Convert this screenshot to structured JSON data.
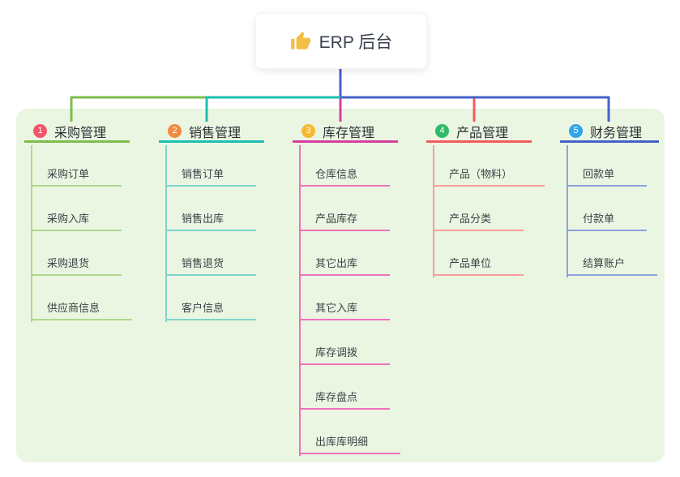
{
  "colors": {
    "panel_bg": "#EBF6E2",
    "root_connector": "#4A5ECB",
    "node_bg": "#FFFFFF",
    "thumb_icon": "#F2BE45"
  },
  "root": {
    "label": "ERP 后台",
    "icon": "thumbs-up"
  },
  "branches": [
    {
      "num": "1",
      "label": "采购管理",
      "color": {
        "main": "#7CBE4D",
        "light": "#AFD88D",
        "badge": "#F2566B"
      },
      "items": [
        "采购订单",
        "采购入库",
        "采购退货",
        "供应商信息"
      ]
    },
    {
      "num": "2",
      "label": "销售管理",
      "color": {
        "main": "#1EBFB2",
        "light": "#7ED5CA",
        "badge": "#F18A41"
      },
      "items": [
        "销售订单",
        "销售出库",
        "销售退货",
        "客户信息"
      ]
    },
    {
      "num": "3",
      "label": "库存管理",
      "color": {
        "main": "#D63F9F",
        "light": "#EE72BC",
        "badge": "#F6B831"
      },
      "items": [
        "仓库信息",
        "产品库存",
        "其它出库",
        "其它入库",
        "库存调拨",
        "库存盘点",
        "出库库明细"
      ]
    },
    {
      "num": "4",
      "label": "产品管理",
      "color": {
        "main": "#F25B5B",
        "light": "#F79D9D",
        "badge": "#2EBA66"
      },
      "items": [
        "产品（物料）",
        "产品分类",
        "产品单位"
      ]
    },
    {
      "num": "5",
      "label": "财务管理",
      "color": {
        "main": "#4461C8",
        "light": "#8CA2DC",
        "badge": "#2FA5EA"
      },
      "items": [
        "回款单",
        "付款单",
        "结算账户"
      ]
    }
  ]
}
